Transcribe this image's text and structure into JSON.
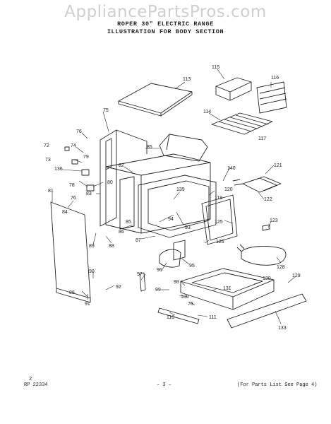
{
  "watermark": "AppliancePartsPros.com",
  "title": {
    "line1": "ROPER 30\" ELECTRIC RANGE",
    "line2": "ILLUSTRATION FOR BODY SECTION"
  },
  "footer": {
    "revision": "2",
    "code": "RP 22334",
    "page": "– 3 –",
    "parts_reference": "(For Parts List See Page 4)"
  },
  "callouts": [
    "113",
    "115",
    "116",
    "75",
    "114",
    "117",
    "76",
    "72",
    "74",
    "79",
    "73",
    "136",
    "82",
    "85",
    "140",
    "121",
    "78",
    "80",
    "81",
    "83",
    "139",
    "120",
    "119",
    "122",
    "76",
    "84",
    "125",
    "123",
    "86",
    "94",
    "93",
    "85",
    "87",
    "126",
    "89",
    "88",
    "95",
    "128",
    "97",
    "96",
    "90",
    "98",
    "129",
    "130",
    "92",
    "99",
    "131",
    "88",
    "91",
    "100",
    "110",
    "76",
    "111",
    "133"
  ]
}
